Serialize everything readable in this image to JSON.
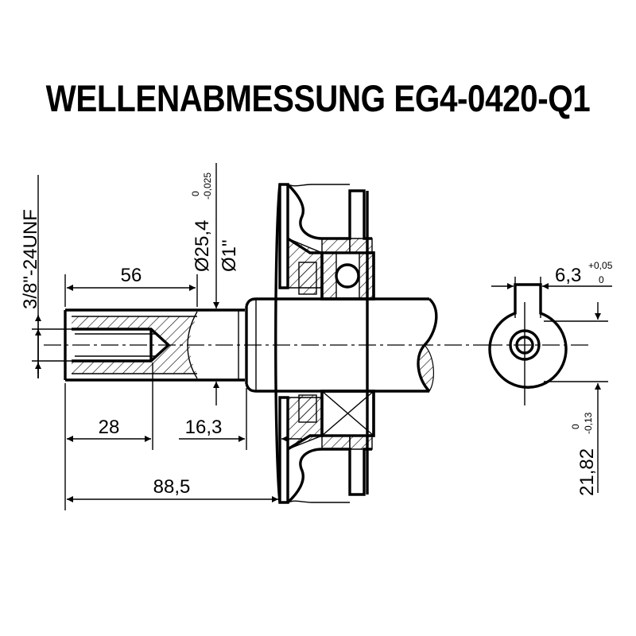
{
  "title": "WELLENABMESSUNG EG4-0420-Q1",
  "dimensions": {
    "thread": "3/8\"-24UNF",
    "diameter_main": "Ø25,4",
    "diameter_main_tol_upper": "0",
    "diameter_main_tol_lower": "-0,025",
    "diameter_inch": "Ø1\"",
    "length_56": "56",
    "length_28": "28",
    "length_16_3": "16,3",
    "length_88_5": "88,5",
    "keyway_width": "6,3",
    "keyway_width_tol_upper": "+0,05",
    "keyway_width_tol_lower": "0",
    "keyway_height": "21,82",
    "keyway_height_tol_upper": "0",
    "keyway_height_tol_lower": "-0,13"
  },
  "colors": {
    "ink": "#000000",
    "background": "#ffffff"
  }
}
